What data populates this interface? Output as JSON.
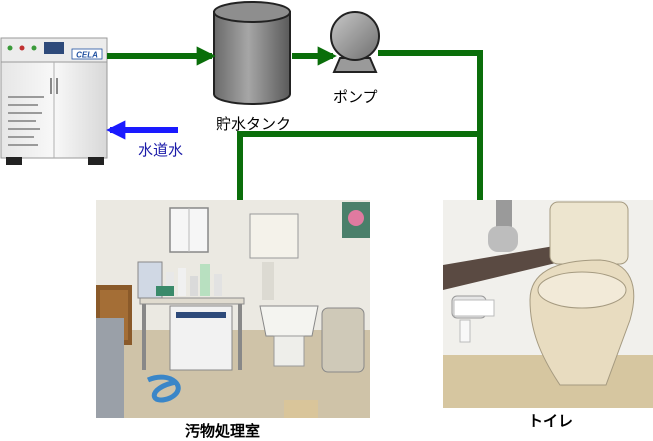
{
  "labels": {
    "storage_tank": "貯水タンク",
    "pump": "ポンプ",
    "tap_water": "水道水",
    "filth_room": "汚物処理室",
    "toilet": "トイレ"
  },
  "device": {
    "brand": "CELA"
  },
  "colors": {
    "flow_line": "#0a6e0a",
    "tap_water_arrow": "#1a1aff",
    "tap_water_text": "#1a1aa8"
  },
  "icons": {
    "tank": "cylinder-tank-icon",
    "pump": "pump-icon",
    "machine": "treatment-machine-icon"
  }
}
